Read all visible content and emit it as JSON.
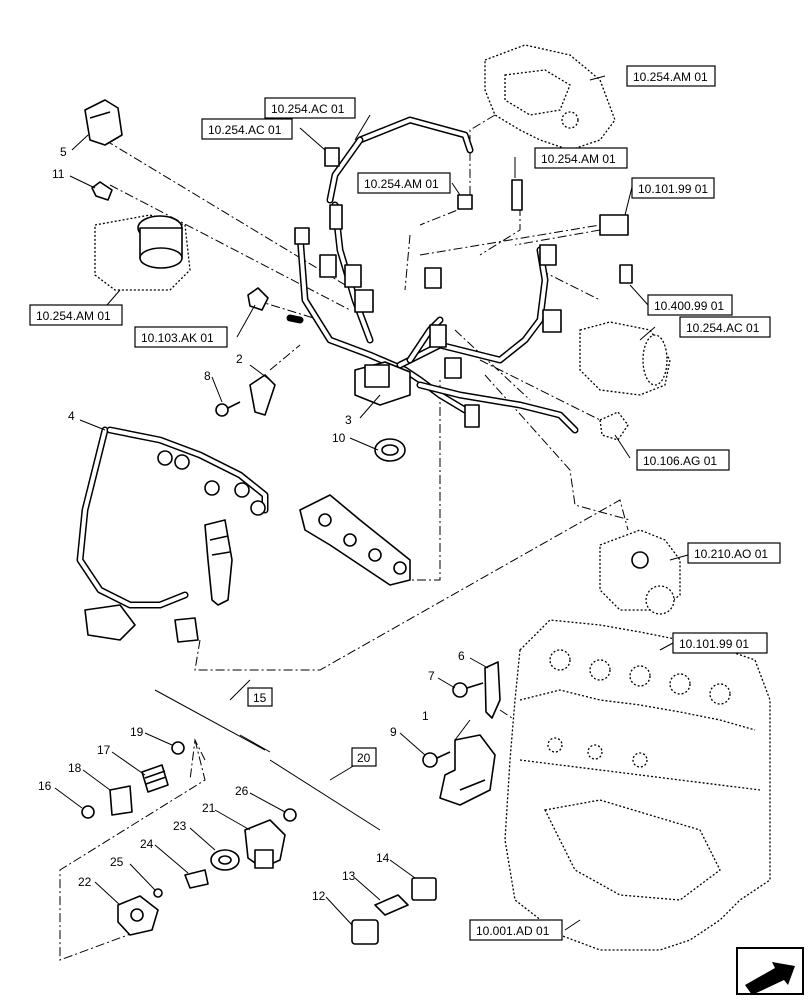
{
  "callouts": [
    "1",
    "2",
    "3",
    "4",
    "5",
    "6",
    "7",
    "8",
    "9",
    "10",
    "11",
    "12",
    "13",
    "14",
    "15",
    "16",
    "17",
    "18",
    "19",
    "20",
    "21",
    "22",
    "23",
    "24",
    "25",
    "26"
  ],
  "references": [
    "10.254.AM 01",
    "10.254.AC 01",
    "10.254.AC 01",
    "10.254.AM 01",
    "10.254.AM 01",
    "10.101.99 01",
    "10.254.AM 01",
    "10.103.AK 01",
    "10.400.99 01",
    "10.254.AC 01",
    "10.106.AG 01",
    "10.210.AO 01",
    "10.101.99 01",
    "10.001.AD 01"
  ],
  "icons": {
    "navigation": "arrow-next-icon"
  }
}
